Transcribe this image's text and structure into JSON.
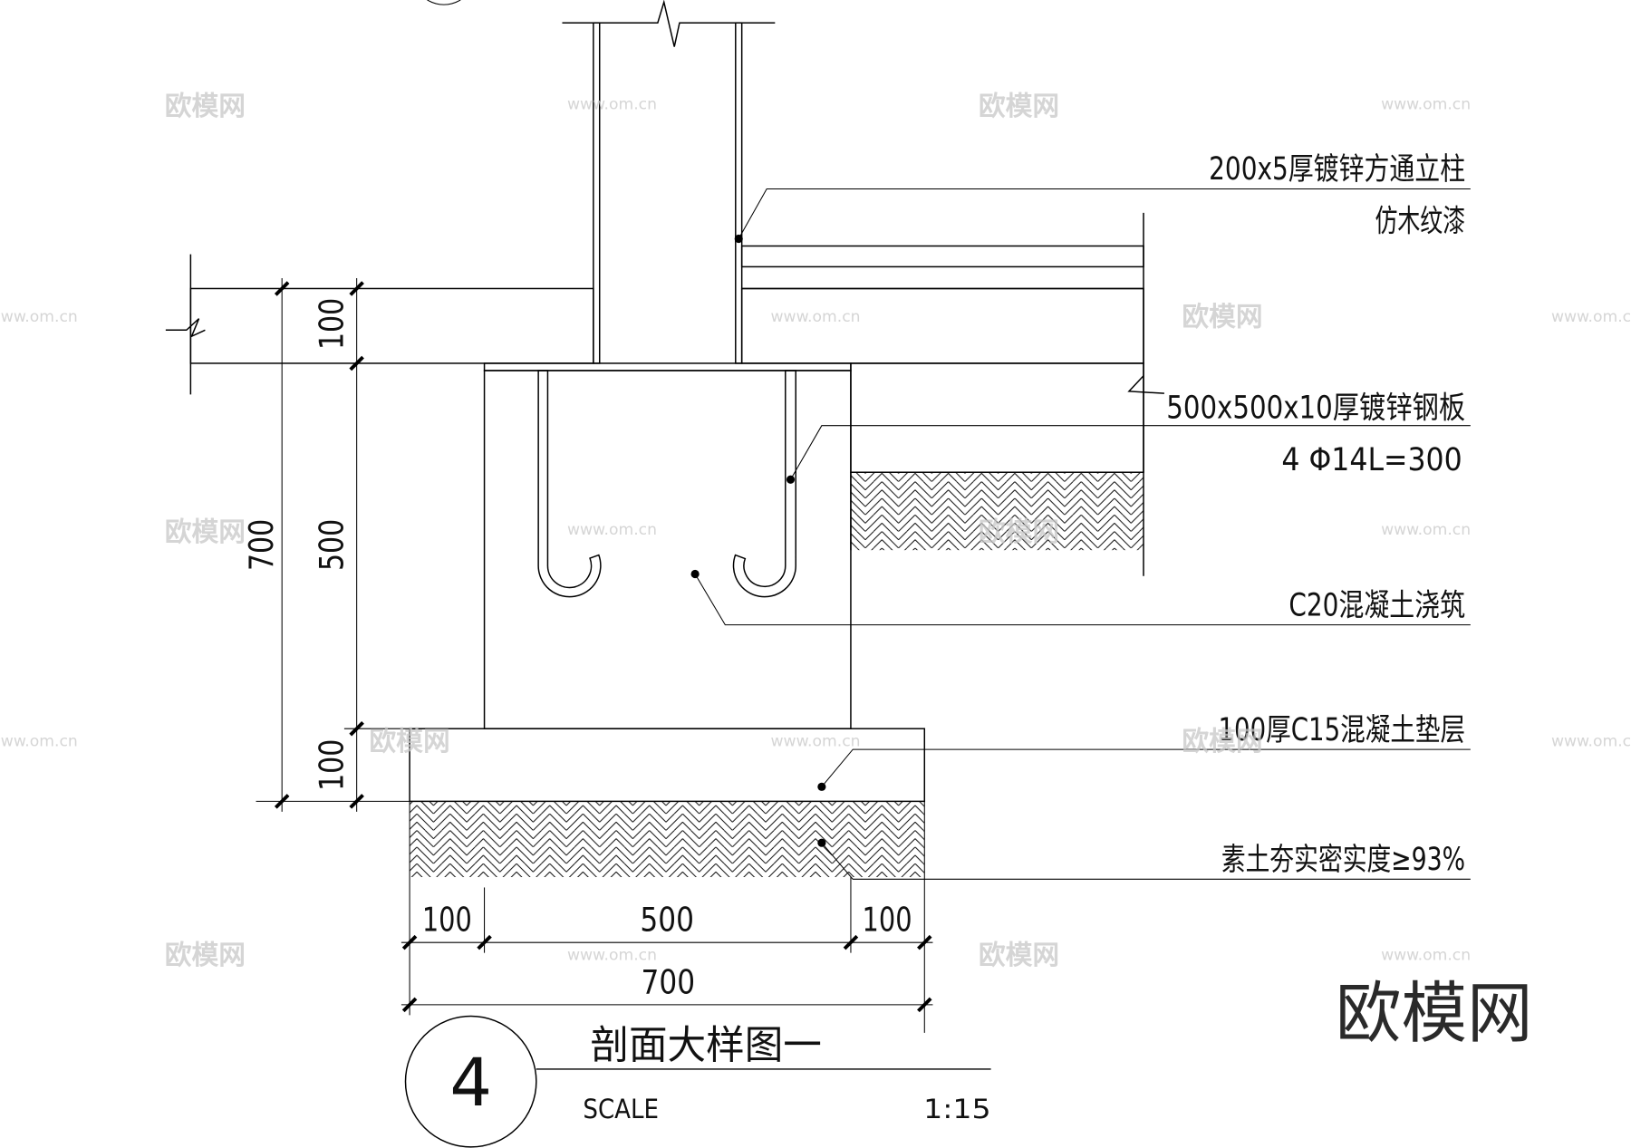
{
  "drawing": {
    "title": "剖面大样图一",
    "number": "4",
    "scale_label": "SCALE",
    "scale_value": "1:15"
  },
  "callouts": {
    "column": {
      "line1": "200x5厚镀锌方通立柱",
      "line2": "仿木纹漆"
    },
    "base_plate": {
      "line1": "500x500x10厚镀锌钢板",
      "line2": "4 Φ14L=300"
    },
    "footing": {
      "line1": "C20混凝土浇筑"
    },
    "pad": {
      "line1": "100厚C15混凝土垫层"
    },
    "soil": {
      "line1": "素土夯实密实度≥93%"
    }
  },
  "dimensions": {
    "vertical": {
      "overall": "700",
      "paving": "100",
      "footing": "500",
      "pad": "100"
    },
    "horizontal": {
      "left": "100",
      "footing": "500",
      "right": "100",
      "overall": "700"
    }
  },
  "watermark": {
    "logo": "欧模网",
    "url": "www.om.cn"
  },
  "colors": {
    "line": "#000000",
    "text": "#111111",
    "watermark": "#c8c8c8",
    "watermark_large": "#2a2a2a",
    "background": "#ffffff"
  }
}
